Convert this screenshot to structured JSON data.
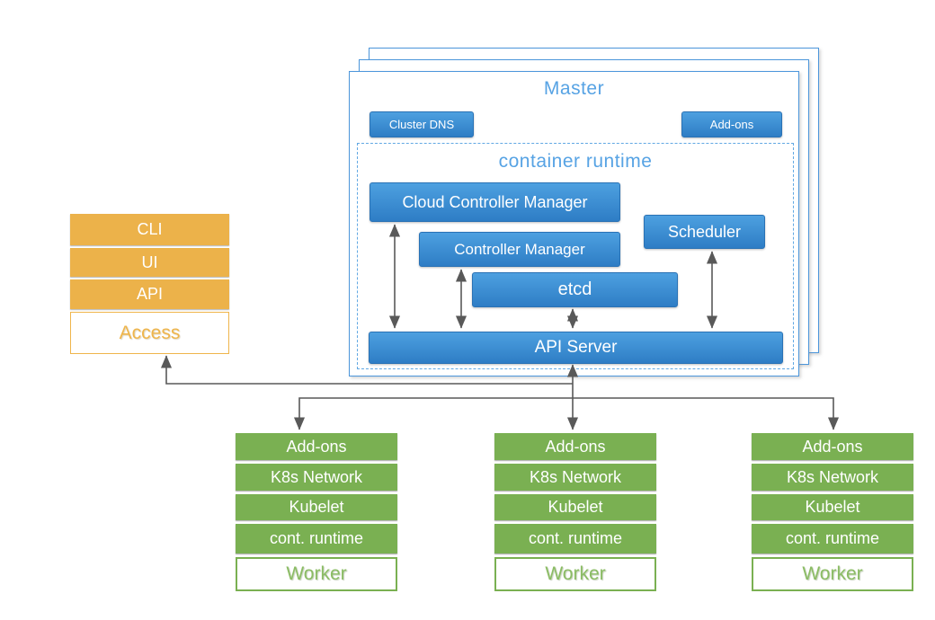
{
  "master": {
    "title": "Master",
    "cluster_dns_label": "Cluster DNS",
    "addons_label": "Add-ons",
    "container_runtime_label": "container runtime",
    "components": {
      "cloud_controller_manager": "Cloud Controller Manager",
      "controller_manager": "Controller Manager",
      "scheduler": "Scheduler",
      "etcd": "etcd",
      "api_server": "API Server"
    }
  },
  "access_stack": {
    "items": [
      "CLI",
      "UI",
      "API"
    ],
    "label": "Access"
  },
  "workers": {
    "count": 3,
    "items": [
      "Add-ons",
      "K8s Network",
      "Kubelet",
      "cont. runtime"
    ],
    "label": "Worker"
  },
  "colors": {
    "component_blue_top": "#4DA0E0",
    "component_blue_bottom": "#2E7DC5",
    "master_border_blue": "#4C96DB",
    "title_light_blue": "#57A3E4",
    "access_orange": "#ECB24A",
    "worker_green": "#7AB052",
    "arrow_gray": "#595959"
  }
}
